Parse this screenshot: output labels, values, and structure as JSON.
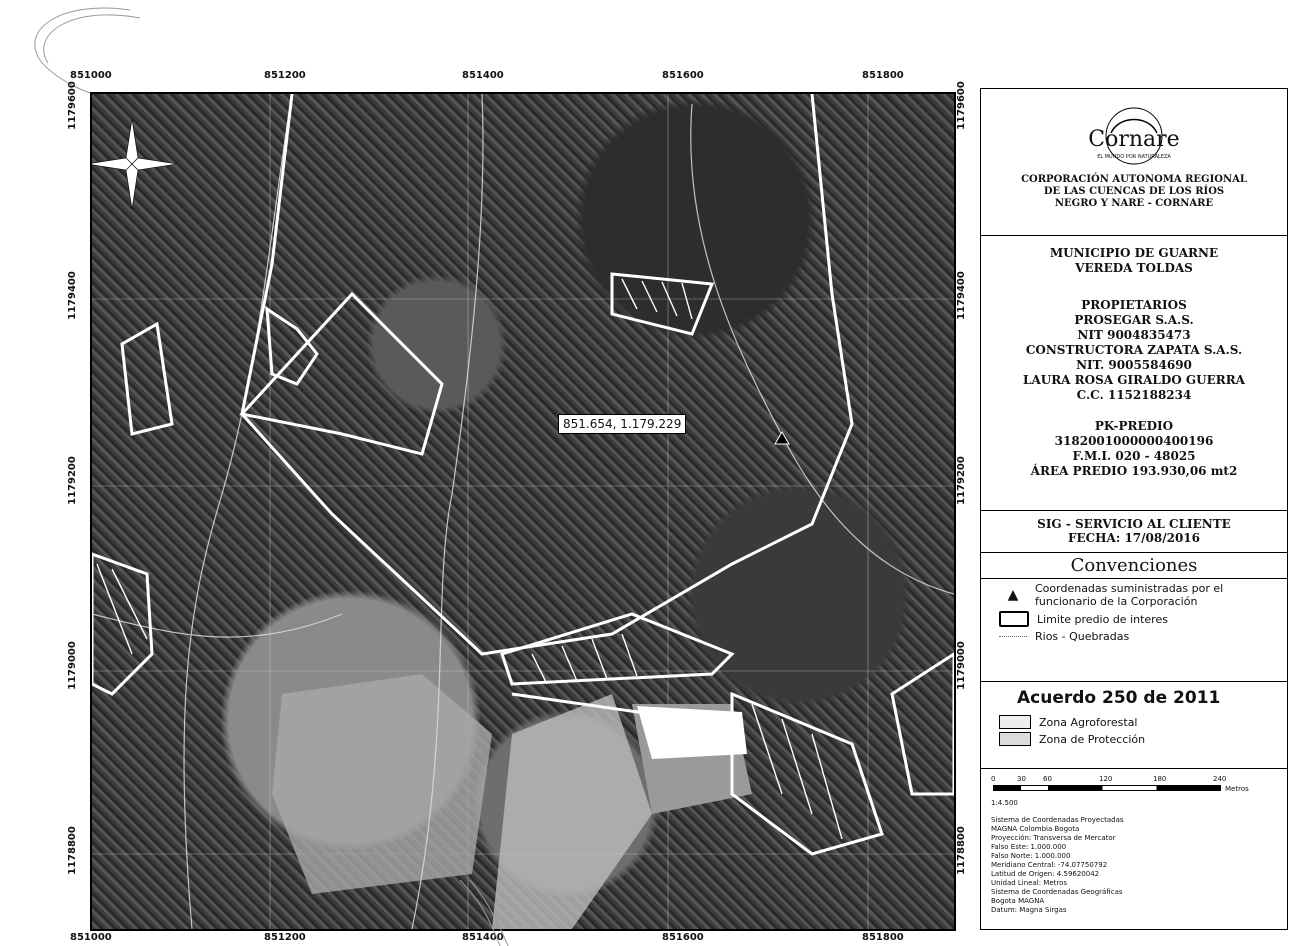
{
  "map": {
    "x_ticks": [
      "851000",
      "851200",
      "851400",
      "851600",
      "851800"
    ],
    "y_ticks": [
      "1179600",
      "1179400",
      "1179200",
      "1179000",
      "1178800"
    ],
    "callout": "851.654, 1.179.229"
  },
  "legend": {
    "logo_text": "Cornare",
    "logo_ring_text": "EL MUNDO POR NATURALEZA",
    "org": [
      "CORPORACIÓN AUTONOMA REGIONAL",
      "DE LAS CUENCAS DE LOS RÍOS",
      "NEGRO Y NARE - CORNARE"
    ],
    "location": [
      "MUNICIPIO DE GUARNE",
      "VEREDA TOLDAS"
    ],
    "owners_title": "PROPIETARIOS",
    "owners": [
      "PROSEGAR S.A.S.",
      "NIT 9004835473",
      "CONSTRUCTORA ZAPATA S.A.S.",
      "NIT. 9005584690",
      "LAURA ROSA GIRALDO GUERRA",
      "C.C. 1152188234"
    ],
    "predio": [
      "PK-PREDIO",
      "3182001000000400196",
      "F.M.I. 020 - 48025",
      "ÁREA PREDIO 193.930,06 mt2"
    ],
    "sig": [
      "SIG - SERVICIO AL CLIENTE",
      "FECHA: 17/08/2016"
    ],
    "conventions_title": "Convenciones",
    "conventions": [
      "Coordenadas suministradas por el funcionario de la Corporación",
      "Limite predio de interes",
      "Rios - Quebradas"
    ],
    "agreement_title": "Acuerdo 250 de 2011",
    "zones": [
      "Zona Agroforestal",
      "Zona de Protección"
    ],
    "scale_ticks": [
      "0",
      "30",
      "60",
      "120",
      "180",
      "240"
    ],
    "scale_unit": "Metros",
    "scale_ratio": "1:4.500",
    "projection": [
      "Sistema de Coordenadas Proyectadas",
      "MAGNA Colombia Bogota",
      "Proyección: Transversa de Mercator",
      "Falso Este: 1.000.000",
      "Falso Norte: 1.000.000",
      "Meridiano Central: -74.07750792",
      "Latitud de Origen: 4.59620042",
      "Unidad Lineal: Metros",
      "Sistema de Coordenadas Geográficas",
      "Bogota MAGNA",
      "Datum: Magna Sirgas"
    ]
  },
  "colors": {
    "satellite": "#444444",
    "parcel": "#ffffff",
    "frame": "#000000"
  }
}
